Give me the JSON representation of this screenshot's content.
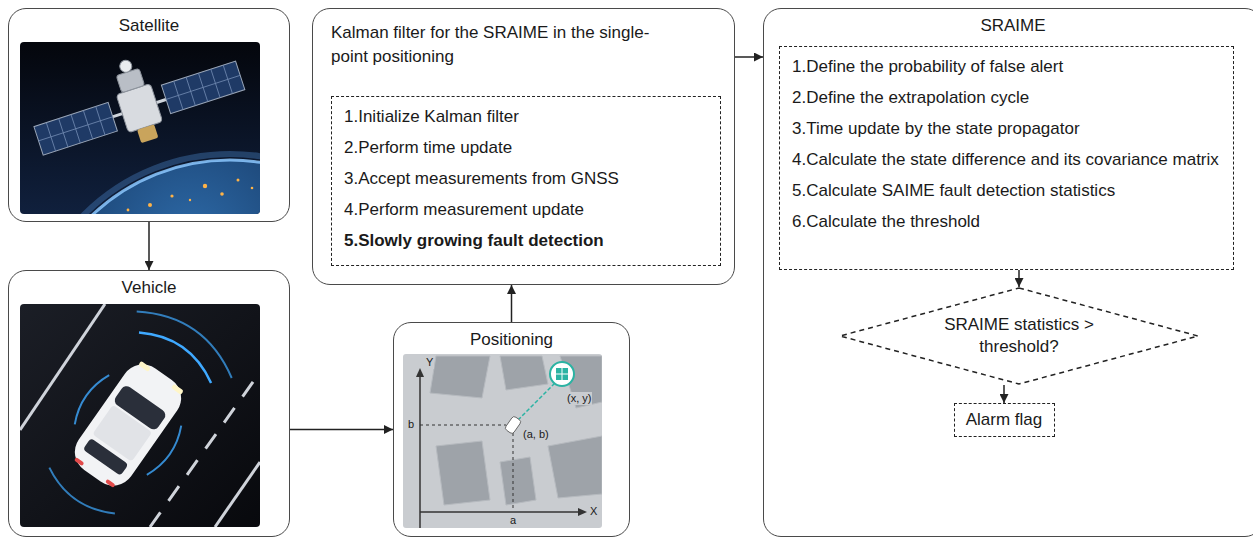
{
  "diagram": {
    "nodes": [
      {
        "text": [
          "Satellite"
        ]
      },
      {
        "text": [
          "Kalman filter for the SRAIME in the single-point positioning"
        ]
      },
      {
        "text": [
          "1.Initialize Kalman filter",
          "2.Perform time update",
          "3.Accept measurements from GNSS",
          "4.Perform measurement update",
          "5.Slowly growing fault detection"
        ],
        "in": 1
      },
      {
        "text": [
          "SRAIME"
        ]
      },
      {
        "text": [
          "1.Define the probability of false alert",
          "2.Define the extrapolation cycle",
          "3.Time update by the state propagator",
          "4.Calculate the state difference and its covariance matrix",
          "5.Calculate SAIME fault detection statistics",
          "6.Calculate the threshold"
        ],
        "in": 3
      },
      {
        "text": [
          "SRAIME statistics > threshold?"
        ],
        "in": 3
      },
      {
        "text": [
          "Alarm flag"
        ],
        "in": 3
      },
      {
        "text": [
          "Vehicle"
        ]
      },
      {
        "text": [
          "Positioning"
        ]
      }
    ],
    "edges": [
      {
        "from": 0,
        "to": 7,
        "arrow": "to"
      },
      {
        "from": 7,
        "to": 8,
        "arrow": "to"
      },
      {
        "from": 8,
        "to": 1,
        "arrow": "to"
      },
      {
        "from": 1,
        "to": 3,
        "arrow": "to"
      },
      {
        "from": 4,
        "to": 5,
        "arrow": "to"
      },
      {
        "from": 5,
        "to": 6,
        "arrow": "to"
      }
    ],
    "labels": [
      "Y",
      "X",
      "b",
      "a",
      "(a, b)",
      "(x, y)"
    ]
  }
}
